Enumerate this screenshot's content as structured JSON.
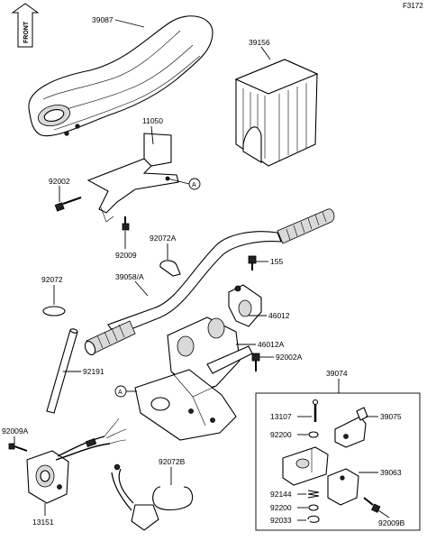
{
  "figure_code": "F3172",
  "front_label": "FRONT",
  "reference_marker": "A",
  "parts": {
    "p39087": "39087",
    "p39156": "39156",
    "p11050": "11050",
    "p92002": "92002",
    "p92009": "92009",
    "p92072A": "92072A",
    "p155": "155",
    "p92072": "92072",
    "p39058A": "39058/A",
    "p46012": "46012",
    "p46012A": "46012A",
    "p92002A": "92002A",
    "p92191": "92191",
    "p39074": "39074",
    "p13107": "13107",
    "p39075": "39075",
    "p92200a": "92200",
    "p92009A": "92009A",
    "p92072B": "92072B",
    "p39063": "39063",
    "p92144": "92144",
    "p92200b": "92200",
    "p92033": "92033",
    "p13151": "13151",
    "p92009B": "92009B"
  }
}
